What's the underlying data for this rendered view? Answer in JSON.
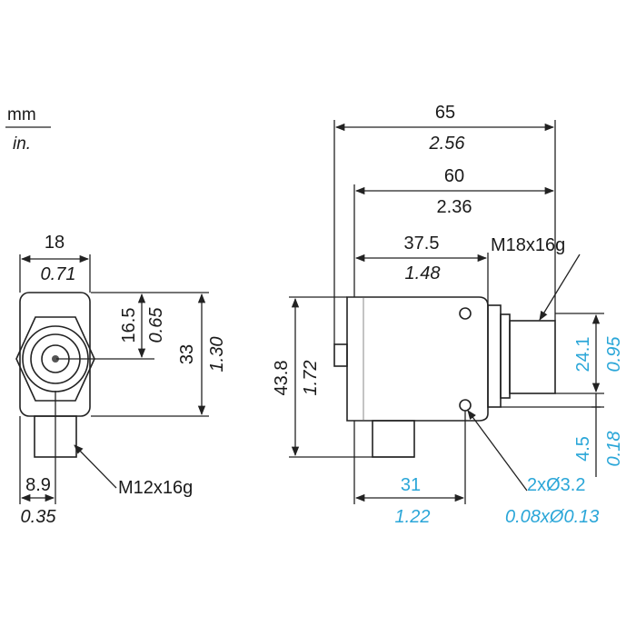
{
  "units": {
    "metric": "mm",
    "imperial": "in."
  },
  "front_view": {
    "width_mm": "18",
    "width_in": "0.71",
    "h1_mm": "16.5",
    "h1_in": "0.65",
    "h2_mm": "33",
    "h2_in": "1.30",
    "offset_mm": "8.9",
    "offset_in": "0.35",
    "connector_label": "M12x16g"
  },
  "side_view": {
    "len_total_mm": "65",
    "len_total_in": "2.56",
    "len_60_mm": "60",
    "len_60_in": "2.36",
    "len_body_mm": "37.5",
    "len_body_in": "1.48",
    "thread_label": "M18x16g",
    "height_mm": "43.8",
    "height_in": "1.72",
    "holes_pitch_mm": "24.1",
    "holes_pitch_in": "0.95",
    "holes_edge_mm": "4.5",
    "holes_edge_in": "0.18",
    "bottom_mm": "31",
    "bottom_in": "1.22",
    "holes_mm": "2xØ3.2",
    "holes_in": "0.08xØ0.13"
  },
  "colors": {
    "line": "#222222",
    "body_fill": "#c9c9c9",
    "accent_blue": "#2aa6d8"
  }
}
